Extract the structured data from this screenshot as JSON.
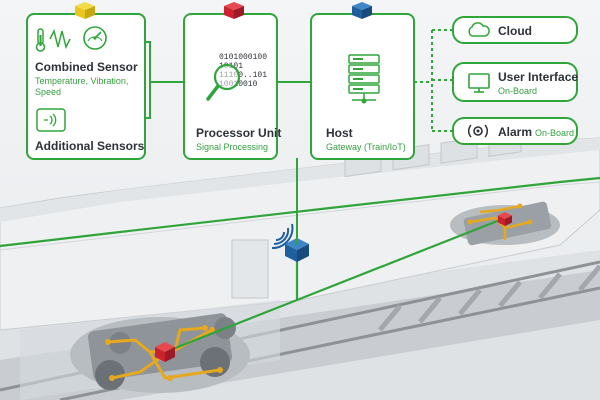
{
  "nodes": {
    "combined_sensor": {
      "title": "Combined Sensor",
      "subtitle": "Temperature, Vibration, Speed",
      "additional": "Additional Sensors"
    },
    "processor": {
      "title": "Processor Unit",
      "subtitle": "Signal Processing",
      "binary_lines": [
        "0101000100",
        "10101",
        "11100..101",
        "10010010"
      ]
    },
    "host": {
      "title": "Host",
      "subtitle": "Gateway (Train/IoT)"
    },
    "cloud": {
      "title": "Cloud"
    },
    "user_interface": {
      "title": "User Interface",
      "subtitle": "On-Board"
    },
    "alarm": {
      "title": "Alarm",
      "subtitle": "On-Board"
    }
  },
  "colors": {
    "accent_green": "#2fa53a",
    "cube_yellow": "#e8c81e",
    "cube_red": "#cc2230",
    "cube_blue": "#1f5f9e",
    "text_dark": "#2d3138"
  },
  "icons": [
    "thermometer-icon",
    "spring-icon",
    "gauge-icon",
    "sensor-chip-icon",
    "magnifier-icon",
    "server-rack-icon",
    "cloud-icon",
    "monitor-icon",
    "alarm-icon",
    "wifi-icon"
  ]
}
